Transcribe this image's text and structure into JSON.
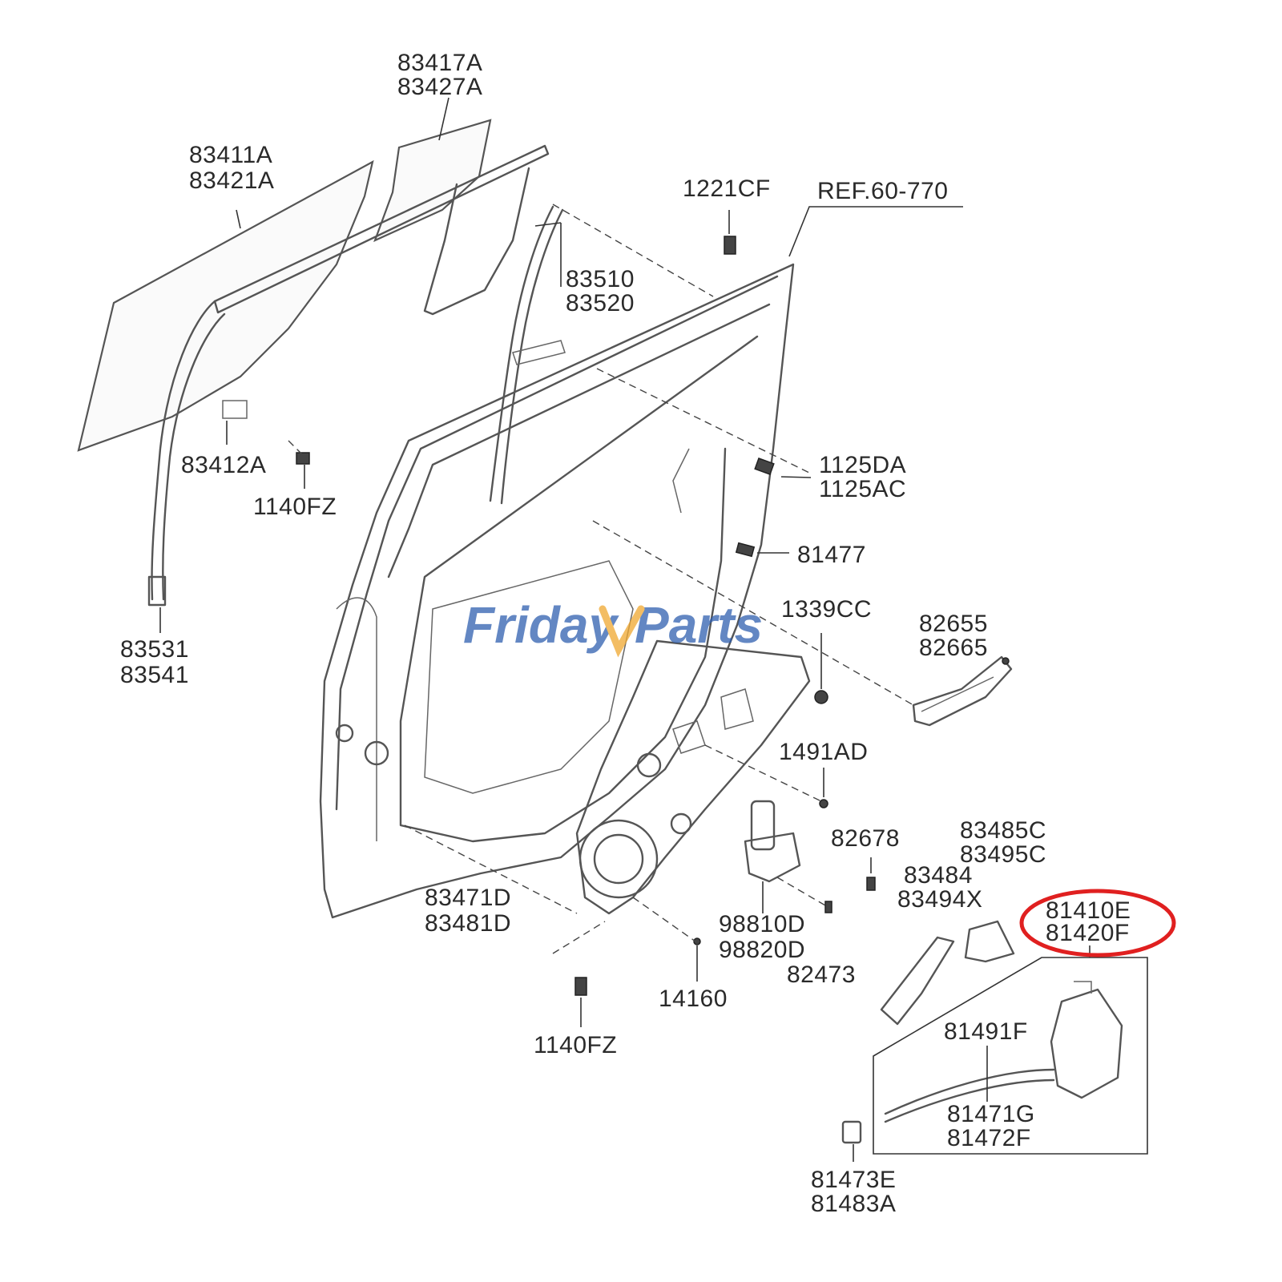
{
  "labels": {
    "l83417": [
      "83417A",
      "83427A"
    ],
    "l83411": [
      "83411A",
      "83421A"
    ],
    "l1221cf": "1221CF",
    "lref": "REF.60-770",
    "l83510": [
      "83510",
      "83520"
    ],
    "l83412": "83412A",
    "l1140fz_top": "1140FZ",
    "l1125": [
      "1125DA",
      "1125AC"
    ],
    "l81477": "81477",
    "l1339cc": "1339CC",
    "l82655": [
      "82655",
      "82665"
    ],
    "l83531": [
      "83531",
      "83541"
    ],
    "l1491ad": "1491AD",
    "l82678": "82678",
    "l83485": [
      "83485C",
      "83495C"
    ],
    "l83484": [
      "83484",
      "83494X"
    ],
    "l81410": [
      "81410E",
      "81420F"
    ],
    "l83471": [
      "83471D",
      "83481D"
    ],
    "l98810": [
      "98810D",
      "98820D"
    ],
    "l82473": "82473",
    "l14160": "14160",
    "l1140fz_bottom": "1140FZ",
    "l81491": "81491F",
    "l81471": [
      "81471G",
      "81472F"
    ],
    "l81473": [
      "81473E",
      "81483A"
    ]
  },
  "watermark": {
    "brand_first": "Friday",
    "brand_second": "Parts",
    "color_text": "#2f5fb0",
    "color_accent": "#f0a830"
  },
  "highlight_color": "#e02020"
}
